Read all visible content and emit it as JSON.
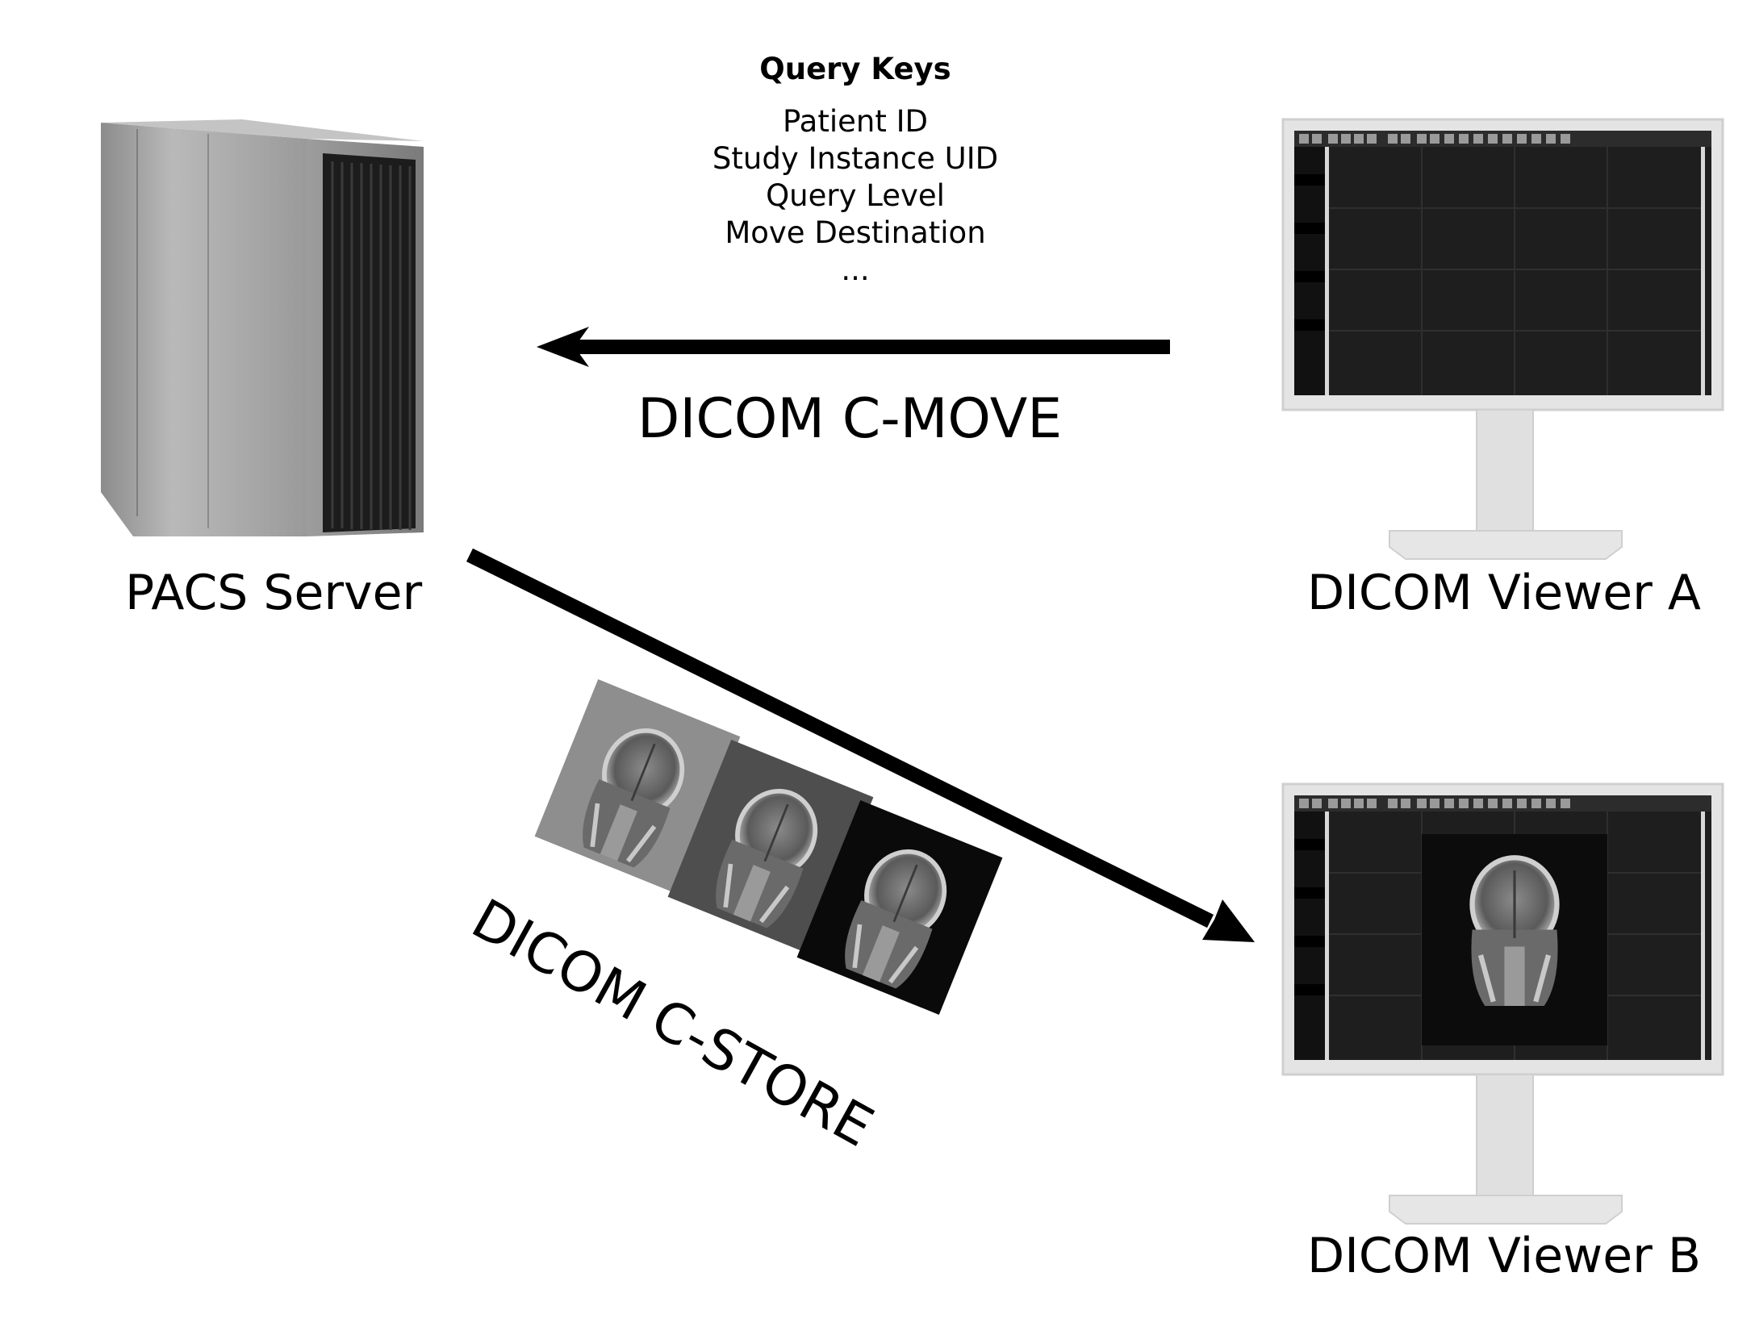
{
  "query_keys": {
    "title": "Query Keys",
    "items": [
      "Patient ID",
      "Study Instance UID",
      "Query Level",
      "Move Destination",
      "..."
    ]
  },
  "arrows": {
    "move_label": "DICOM C-MOVE",
    "store_label": "DICOM C-STORE"
  },
  "nodes": {
    "pacs_label": "PACS Server",
    "viewer_a_label": "DICOM Viewer A",
    "viewer_b_label": "DICOM Viewer B"
  },
  "icons": {
    "server": "server-tower-icon",
    "monitor": "monitor-icon",
    "scan": "mri-scan-icon"
  },
  "colors": {
    "arrow": "#000000",
    "monitor_frame": "#dcdcdc",
    "screen": "#1e1e1e",
    "server_body": "#a8a8a8"
  }
}
